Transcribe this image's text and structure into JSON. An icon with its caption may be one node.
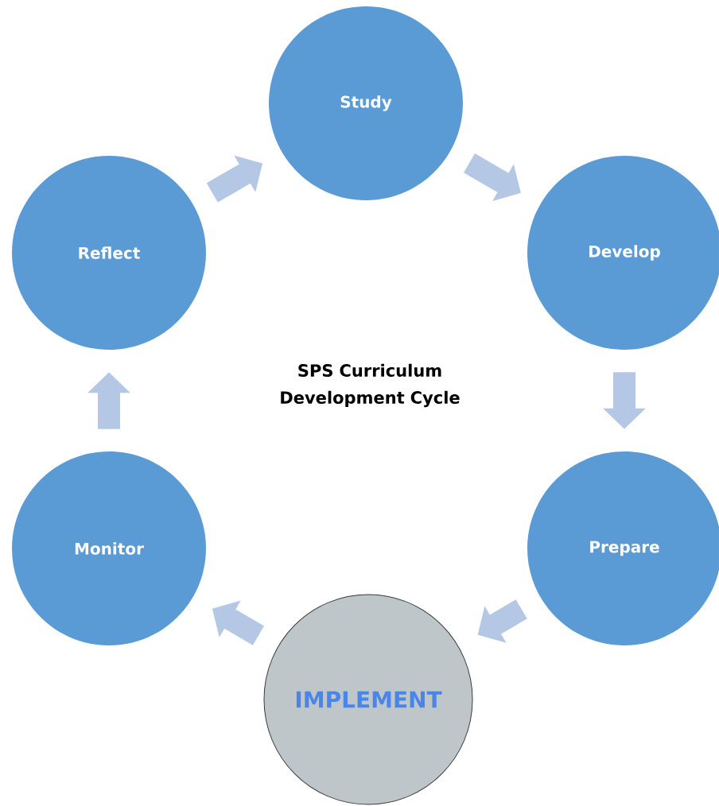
{
  "diagram": {
    "title": "SPS Curriculum Development Cycle",
    "nodes": [
      {
        "text": [
          "Study"
        ]
      },
      {
        "text": [
          "Develop"
        ]
      },
      {
        "text": [
          "Prepare"
        ]
      },
      {
        "text": [
          "IMPLEMENT"
        ]
      },
      {
        "text": [
          "Monitor"
        ]
      },
      {
        "text": [
          "Reflect"
        ]
      }
    ],
    "edges": [
      {
        "from": 0,
        "to": 1,
        "arrow": "to"
      },
      {
        "from": 1,
        "to": 2,
        "arrow": "to"
      },
      {
        "from": 2,
        "to": 3,
        "arrow": "to"
      },
      {
        "from": 3,
        "to": 4,
        "arrow": "to"
      },
      {
        "from": 4,
        "to": 5,
        "arrow": "to"
      },
      {
        "from": 5,
        "to": 0,
        "arrow": "to"
      }
    ]
  }
}
